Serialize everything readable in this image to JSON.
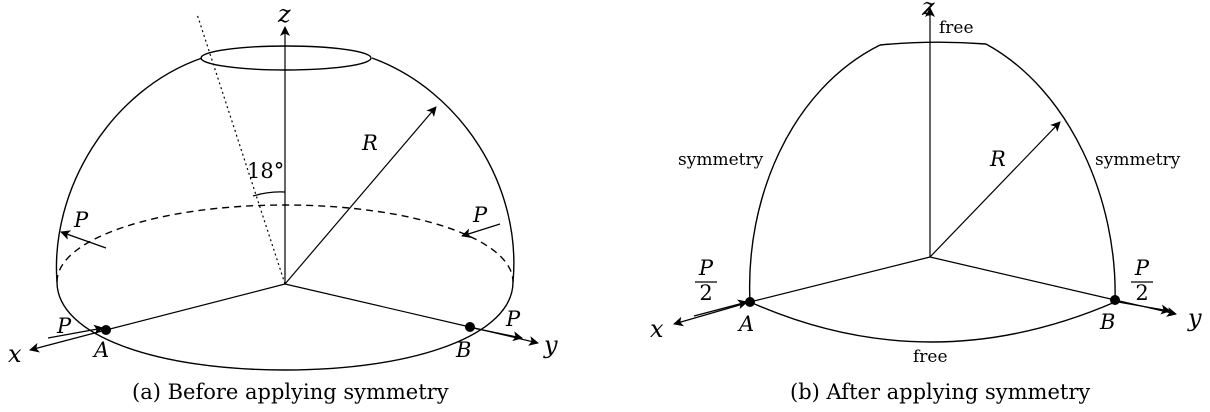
{
  "panel_a": {
    "caption": "(a) Before applying symmetry",
    "axes": {
      "x": "x",
      "y": "y",
      "z": "z"
    },
    "radius_label": "R",
    "angle_label": "18°",
    "load_label": "P",
    "points": {
      "a": "A",
      "b": "B"
    }
  },
  "panel_b": {
    "caption": "(b) After applying symmetry",
    "axes": {
      "x": "x",
      "y": "y",
      "z": "z"
    },
    "radius_label": "R",
    "half_load": {
      "numerator": "P",
      "denominator": "2"
    },
    "points": {
      "a": "A",
      "b": "B"
    },
    "boundary": {
      "top": "free",
      "bottom": "free",
      "left": "symmetry",
      "right": "symmetry"
    }
  }
}
